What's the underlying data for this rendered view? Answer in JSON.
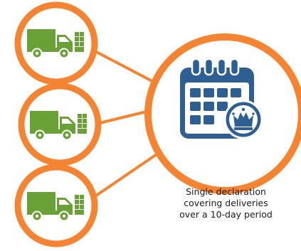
{
  "colors": {
    "ring": "#F58432",
    "truck": "#6AA136",
    "calendar": "#2E5F93",
    "background": "#FFFFFF"
  },
  "icons": {
    "delivery": "delivery-truck-icon",
    "declaration": "calendar-crown-icon"
  },
  "caption": {
    "line1": "Single declaration",
    "line2": "covering deliveries",
    "line3": "over a 10-day period"
  }
}
